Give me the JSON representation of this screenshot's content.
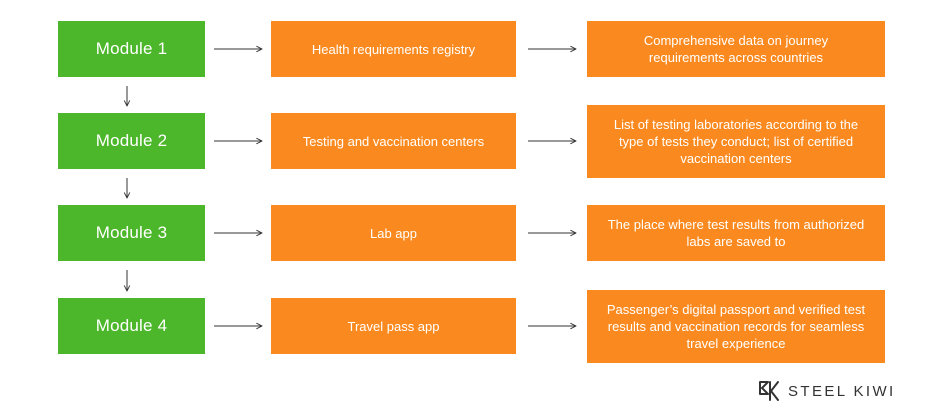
{
  "diagram": {
    "rows": [
      {
        "module": "Module 1",
        "component": "Health requirements registry",
        "description": "Comprehensive data on journey requirements across countries"
      },
      {
        "module": "Module 2",
        "component": "Testing and vaccination centers",
        "description": "List of testing laboratories according to the type of tests they conduct; list of certified vaccination centers"
      },
      {
        "module": "Module 3",
        "component": "Lab app",
        "description": "The place where test results from authorized labs are saved to"
      },
      {
        "module": "Module 4",
        "component": "Travel pass app",
        "description": "Passenger’s digital passport and verified test results and vaccination records for seamless travel experience"
      }
    ],
    "colors": {
      "module": "#4cb72a",
      "component": "#fa8a1f",
      "arrow": "#333333"
    }
  },
  "brand": {
    "logo_text": "STEEL KIWI",
    "logo_icon": "steel-kiwi-logo-icon"
  }
}
